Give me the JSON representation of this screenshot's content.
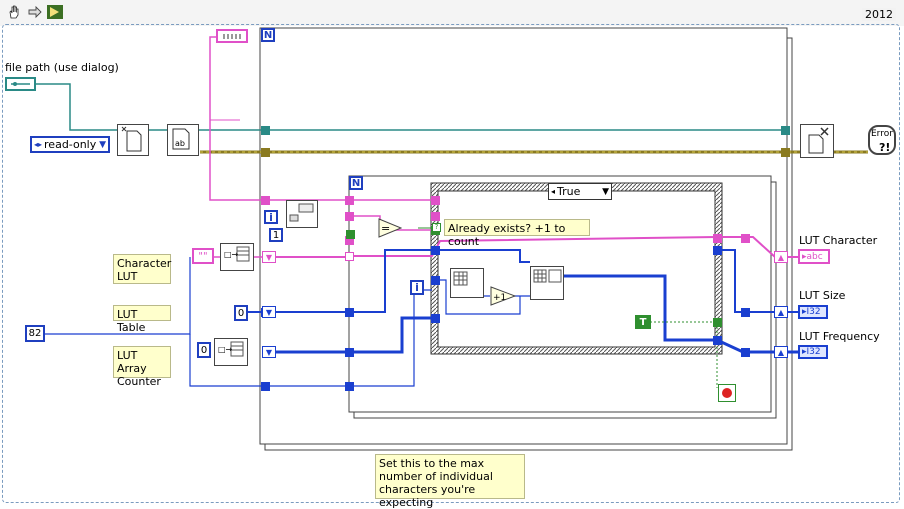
{
  "toolbar": {
    "year_label": "2012",
    "buttons": [
      {
        "icon": "hand-icon"
      },
      {
        "icon": "arrow-icon"
      },
      {
        "icon": "run-icon"
      }
    ]
  },
  "controls": {
    "file_path_label": "file path (use dialog)",
    "open_mode_value": "read-only",
    "constant_82": "82",
    "constant_0_a": "0",
    "constant_0_b": "0",
    "empty_string": "\"\"",
    "index_one": "1",
    "iter_i": "i",
    "iter_n": "N",
    "true_constant": "T"
  },
  "notes": {
    "character_lut": "Character LUT",
    "lut_table": "LUT Table",
    "lut_array_counter": "LUT Array Counter",
    "already_exists": "Already exists? +1 to count",
    "max_chars": "Set this to the max number of individual characters you're expecting"
  },
  "case_structure": {
    "selector_value": "True"
  },
  "indicators": {
    "lut_character_label": "LUT Character",
    "lut_character_type": "abc",
    "lut_size_label": "LUT Size",
    "lut_size_type": "I32",
    "lut_frequency_label": "LUT Frequency",
    "lut_frequency_type": "I32"
  },
  "error_handler": {
    "label": "Error"
  },
  "colors": {
    "refnum_wire": "#2a8a86",
    "error_wire": "#8a7a20",
    "string_wire": "#e050c8",
    "integer_wire": "#1a3fd0",
    "boolean_wire": "#2f8f2f"
  }
}
